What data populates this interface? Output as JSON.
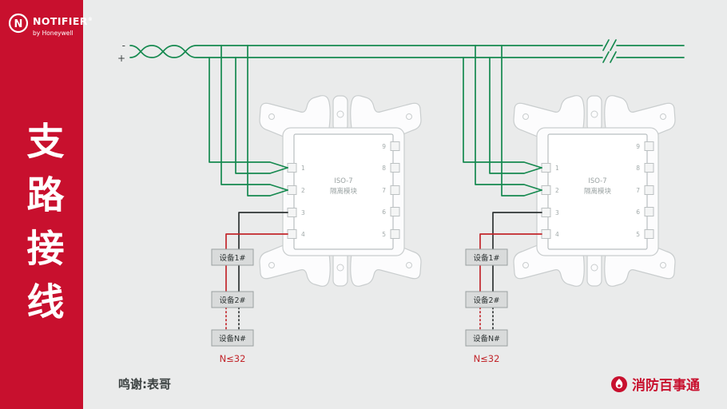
{
  "brand": {
    "name": "NOTIFIER",
    "registered": "®",
    "mark": "N",
    "tagline": "by Honeywell",
    "accent": "#C8102E"
  },
  "sidebar": {
    "title": "支路接线"
  },
  "colors": {
    "wire_green": "#15894F",
    "wire_red": "#C2262B",
    "wire_black": "#2E3333",
    "accent_red": "#C8102E"
  },
  "loop": {
    "minus_label": "-",
    "plus_label": "+"
  },
  "modules": [
    {
      "title": "ISO-7",
      "subtitle": "隔离模块",
      "left_terminals": [
        "1",
        "2",
        "3",
        "4"
      ],
      "right_terminals": [
        "9",
        "8",
        "7",
        "6",
        "5"
      ]
    },
    {
      "title": "ISO-7",
      "subtitle": "隔离模块",
      "left_terminals": [
        "1",
        "2",
        "3",
        "4"
      ],
      "right_terminals": [
        "9",
        "8",
        "7",
        "6",
        "5"
      ]
    }
  ],
  "chains": [
    {
      "devices": [
        "设备1#",
        "设备2#",
        "设备N#"
      ],
      "limit": "N≤32"
    },
    {
      "devices": [
        "设备1#",
        "设备2#",
        "设备N#"
      ],
      "limit": "N≤32"
    }
  ],
  "footer": {
    "credit": "鸣谢:表哥",
    "brand": "消防百事通"
  }
}
